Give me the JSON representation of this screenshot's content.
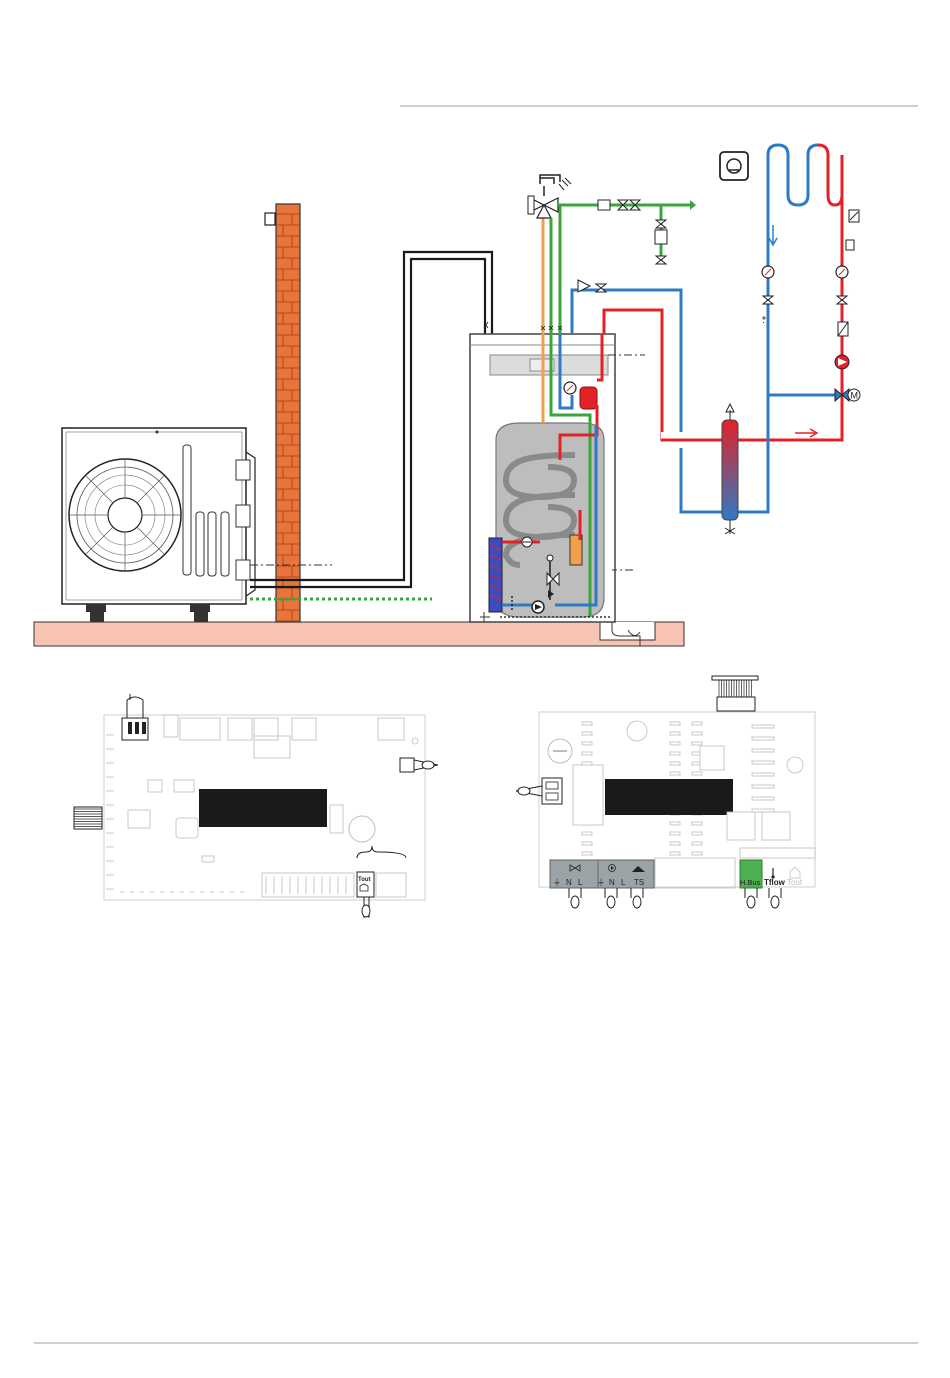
{
  "colors": {
    "hot": "#e32227",
    "cold": "#2e7bc4",
    "green": "#3aa53a",
    "orange": "#f0a04b",
    "brick": "#e8743b",
    "ground": "#f7c4b3",
    "black": "#1a1a1a",
    "tank_grey": "#bdbdbd",
    "connector_grey": "#9aa3a6",
    "hbus_green": "#4caf50"
  },
  "board_right": {
    "terminal_labels": {
      "hbus": "H.Bus",
      "tflow": "Tflow",
      "tout": "Tout",
      "ts": "TS",
      "n1": "N",
      "l1": "L",
      "n2": "N",
      "l2": "L"
    }
  },
  "board_left": {
    "terminal_labels": {
      "tout": "Tout"
    }
  }
}
